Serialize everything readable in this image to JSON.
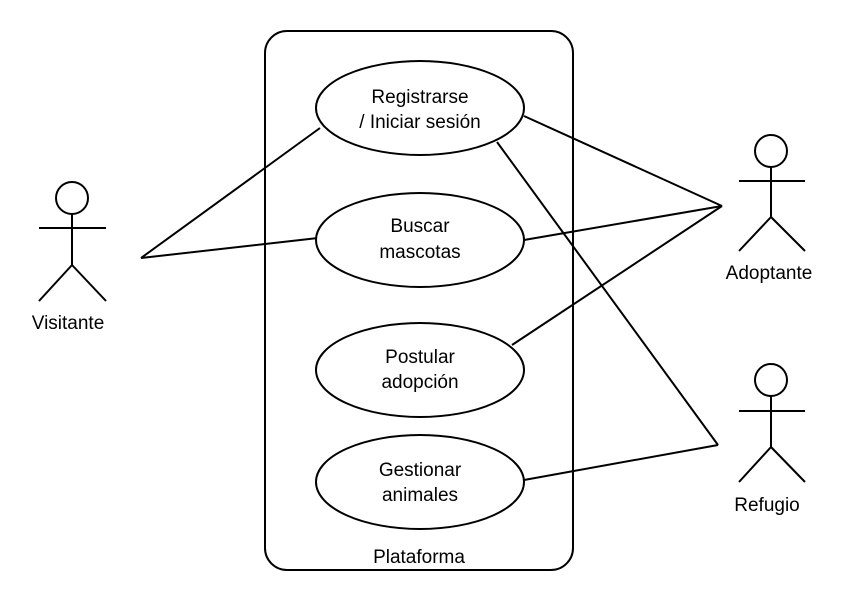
{
  "system": {
    "label": "Plataforma"
  },
  "actors": [
    {
      "id": "visitante",
      "label": "Visitante"
    },
    {
      "id": "adoptante",
      "label": "Adoptante"
    },
    {
      "id": "refugio",
      "label": "Refugio"
    }
  ],
  "use_cases": [
    {
      "id": "registrarse",
      "lines": [
        "Registrarse",
        "/ Iniciar sesión"
      ]
    },
    {
      "id": "buscar",
      "lines": [
        "Buscar",
        "mascotas"
      ]
    },
    {
      "id": "postular",
      "lines": [
        "Postular",
        "adopción"
      ]
    },
    {
      "id": "gestionar",
      "lines": [
        "Gestionar",
        "animales"
      ]
    }
  ],
  "associations": [
    {
      "from": "visitante",
      "to": "registrarse"
    },
    {
      "from": "visitante",
      "to": "buscar"
    },
    {
      "from": "adoptante",
      "to": "registrarse"
    },
    {
      "from": "adoptante",
      "to": "buscar"
    },
    {
      "from": "adoptante",
      "to": "postular"
    },
    {
      "from": "refugio",
      "to": "registrarse"
    },
    {
      "from": "refugio",
      "to": "gestionar"
    }
  ]
}
